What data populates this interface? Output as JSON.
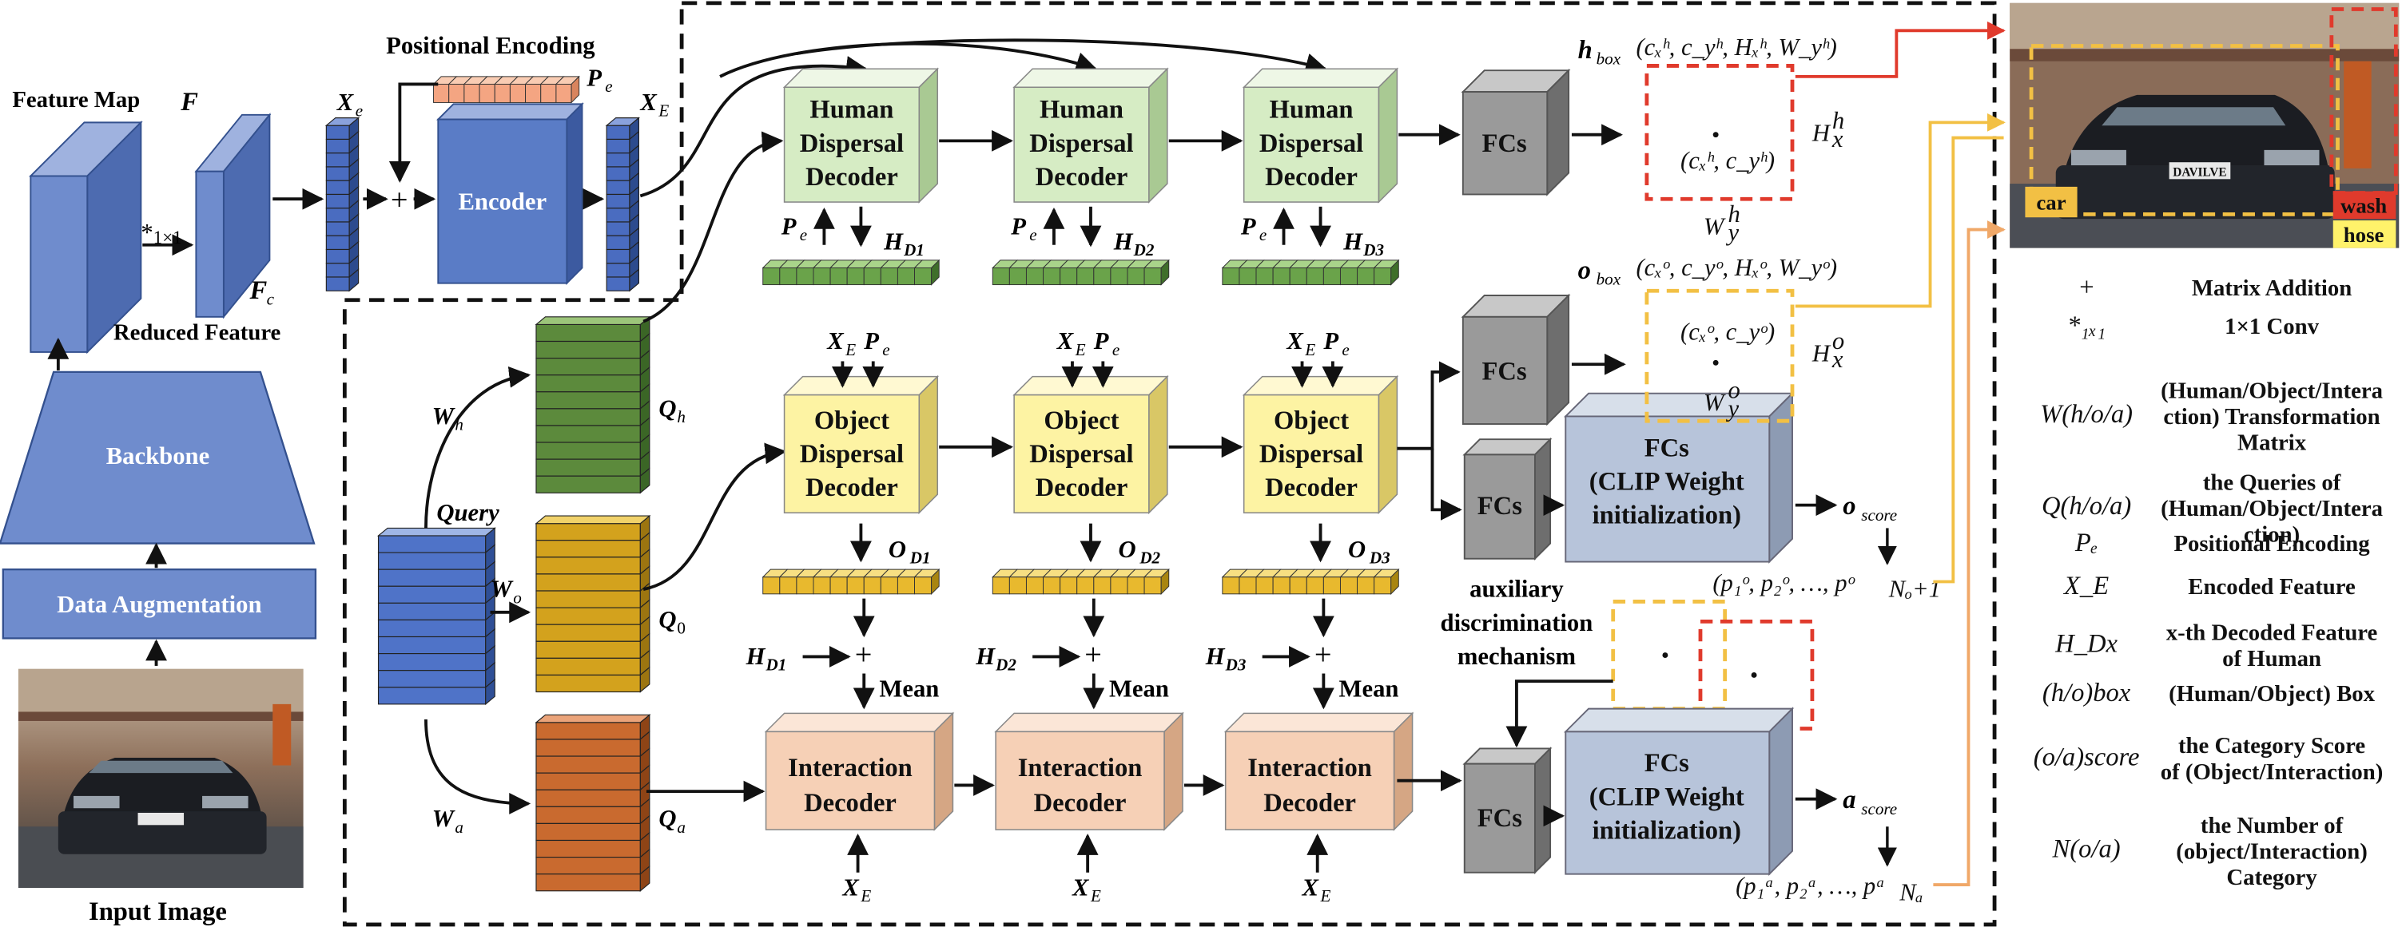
{
  "left": {
    "feature_map": "Feature Map",
    "feature_map_sym": "F",
    "conv_sym": "*",
    "conv_sub": "1×1",
    "fc_sym": "F",
    "fc_sub": "c",
    "reduced_feature": "Reduced Feature",
    "backbone": "Backbone",
    "data_augmentation": "Data Augmentation",
    "input_image": "Input Image"
  },
  "encoder": {
    "positional_encoding": "Positional Encoding",
    "pe_sym": "P",
    "pe_sub": "e",
    "xe_sym": "X",
    "xe_sub": "e",
    "xE_sub": "E",
    "plus": "+",
    "label": "Encoder"
  },
  "query": {
    "label": "Query",
    "wh": "W",
    "wh_sub": "h",
    "wo": "W",
    "wo_sub": "o",
    "wa": "W",
    "wa_sub": "a",
    "qh": "Q",
    "qh_sub": "h",
    "qo": "Q",
    "qo_sub": "0",
    "qa": "Q",
    "qa_sub": "a"
  },
  "human_decoders": [
    {
      "l1": "Human",
      "l2": "Dispersal",
      "l3": "Decoder",
      "out": "H",
      "out_sub": "D1"
    },
    {
      "l1": "Human",
      "l2": "Dispersal",
      "l3": "Decoder",
      "out": "H",
      "out_sub": "D2"
    },
    {
      "l1": "Human",
      "l2": "Dispersal",
      "l3": "Decoder",
      "out": "H",
      "out_sub": "D3"
    }
  ],
  "object_decoders": [
    {
      "l1": "Object",
      "l2": "Dispersal",
      "l3": "Decoder",
      "out": "O",
      "out_sub": "D1",
      "h": "H",
      "h_sub": "D1"
    },
    {
      "l1": "Object",
      "l2": "Dispersal",
      "l3": "Decoder",
      "out": "O",
      "out_sub": "D2",
      "h": "H",
      "h_sub": "D2"
    },
    {
      "l1": "Object",
      "l2": "Dispersal",
      "l3": "Decoder",
      "out": "O",
      "out_sub": "D3",
      "h": "H",
      "h_sub": "D3"
    }
  ],
  "interaction_decoders": [
    {
      "l1": "Interaction",
      "l2": "Decoder"
    },
    {
      "l1": "Interaction",
      "l2": "Decoder"
    },
    {
      "l1": "Interaction",
      "l2": "Decoder"
    }
  ],
  "mean": "Mean",
  "fcs": "FCs",
  "clip_fcs": {
    "l1": "FCs",
    "l2": "(CLIP Weight",
    "l3": "initialization)"
  },
  "aux": {
    "l1": "auxiliary",
    "l2": "discrimination",
    "l3": "mechanism"
  },
  "outputs": {
    "h_box": "h",
    "h_box_sub": "box",
    "h_box_tuple": "(c",
    "o_box": "o",
    "o_box_sub": "box",
    "o_score": "o",
    "o_score_sub": "score",
    "a_score": "a",
    "a_score_sub": "score",
    "o_probs": "(p₁ᵒ, p₂ᵒ, …, pᵒ",
    "o_probs_sub": "Nₒ+1",
    "a_probs": "(p₁ᵃ, p₂ᵃ, …, pᵃ",
    "a_probs_sub": "Nₐ",
    "Hx_h": "H",
    "Hx_h_sup": "h",
    "Hx_h_sub": "x",
    "Wy_h": "W",
    "Wy_h_sup": "h",
    "Wy_h_sub": "y",
    "Hx_o": "H",
    "Hx_o_sup": "o",
    "Hx_o_sub": "x",
    "Wy_o": "W",
    "Wy_o_sup": "o",
    "Wy_o_sub": "y",
    "hbox_params": "(cₓʰ, c_yʰ, Hₓʰ, W_yʰ)",
    "obox_params": "(cₓᵒ, c_yᵒ, Hₓᵒ, W_yᵒ)",
    "h_center": "(cₓʰ, c_yʰ)",
    "o_center": "(cₓᵒ, c_yᵒ)"
  },
  "image_labels": {
    "car": "car",
    "wash": "wash",
    "hose": "hose",
    "plate": "DAVILVE"
  },
  "legend": [
    {
      "sym": "+",
      "desc": [
        "Matrix Addition"
      ]
    },
    {
      "sym": "*₁ₓ₁",
      "desc": [
        "1×1 Conv"
      ]
    },
    {
      "sym": "W(h/o/a)",
      "desc": [
        "(Human/Object/Intera",
        "ction) Transformation",
        "Matrix"
      ]
    },
    {
      "sym": "Q(h/o/a)",
      "desc": [
        "the Queries of",
        "(Human/Object/Intera",
        "ction)"
      ]
    },
    {
      "sym": "Pₑ",
      "desc": [
        "Positional Encoding"
      ]
    },
    {
      "sym": "X_E",
      "desc": [
        "Encoded Feature"
      ]
    },
    {
      "sym": "H_Dx",
      "desc": [
        "x-th Decoded Feature",
        "of Human"
      ]
    },
    {
      "sym": "(h/o)box",
      "desc": [
        "(Human/Object) Box"
      ]
    },
    {
      "sym": "(o/a)score",
      "desc": [
        "the Category Score",
        "of (Object/Interaction)"
      ]
    },
    {
      "sym": "N(o/a)",
      "desc": [
        "the Number of",
        "(object/Interaction)",
        "Category"
      ]
    }
  ],
  "colors": {
    "blue": "#5b7fc6",
    "green_box": "#d6ecc4",
    "yellow_box": "#fdf3a3",
    "orange_box": "#f6d0b6",
    "gray_box": "#8c8c8c",
    "clip_box": "#b7c4da",
    "red_dash": "#e03a2c",
    "yellow_dash": "#f2c044",
    "orange_line": "#f0a868"
  }
}
